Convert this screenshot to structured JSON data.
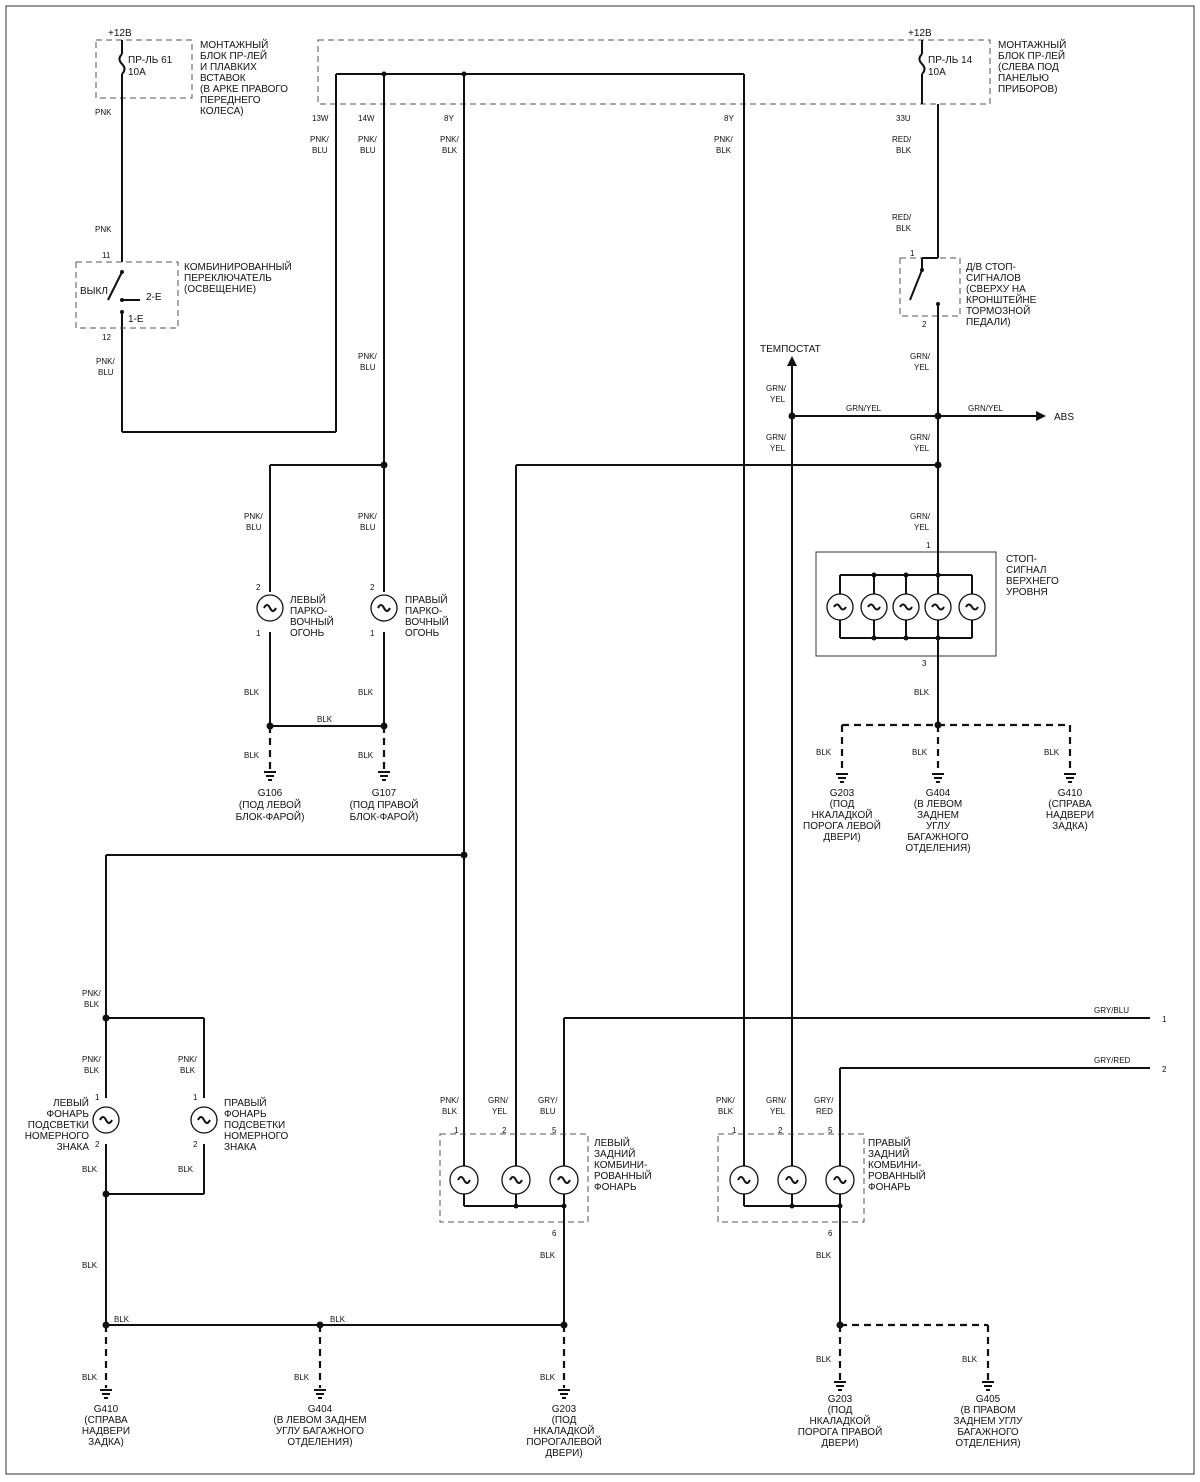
{
  "power": {
    "v12_left": "+12В",
    "v12_right": "+12В",
    "fuse61": "ПР-ЛЬ 61",
    "fuse61_amp": "10А",
    "fuse14": "ПР-ЛЬ 14",
    "fuse14_amp": "10А",
    "block_left": [
      "МОНТАЖНЫЙ",
      "БЛОК ПР-ЛЕЙ",
      "И ПЛАВКИХ",
      "ВСТАВОК",
      "(В АРКЕ ПРАВОГО",
      "ПЕРЕДНЕГО",
      "КОЛЕСА)"
    ],
    "block_right": [
      "МОНТАЖНЫЙ",
      "БЛОК ПР-ЛЕЙ",
      "(СЛЕВА ПОД",
      "ПАНЕЛЬЮ",
      "ПРИБОРОВ)"
    ]
  },
  "pins": {
    "p13w": "13W",
    "p14w": "14W",
    "p8y_a": "8Y",
    "p8y_b": "8Y",
    "p33u": "33U"
  },
  "wires": {
    "pnk": "PNK",
    "pnk_blu": [
      "PNK/",
      "BLU"
    ],
    "pnk_blk": [
      "PNK/",
      "BLK"
    ],
    "red_blk": [
      "RED/",
      "BLK"
    ],
    "grn_yel": [
      "GRN/",
      "YEL"
    ],
    "grn_yel_inline": "GRN/YEL",
    "gry_blu": [
      "GRY/",
      "BLU"
    ],
    "gry_red": [
      "GRY/",
      "RED"
    ],
    "gry_blu_inline": "GRY/BLU",
    "gry_red_inline": "GRY/RED",
    "blk": "BLK"
  },
  "switch": {
    "pin_in": "11",
    "pin_out": "12",
    "off": "ВЫКЛ",
    "pos2": "2-E",
    "pos1": "1-E",
    "label": [
      "КОМБИНИРОВАННЫЙ",
      "ПЕРЕКЛЮЧАТЕЛЬ",
      "(ОСВЕЩЕНИЕ)"
    ]
  },
  "brake_switch": {
    "pin_in": "1",
    "pin_out": "2",
    "label": [
      "Д/В СТОП-",
      "СИГНАЛОВ",
      "(СВЕРХУ НА",
      "КРОНШТЕЙНЕ",
      "ТОРМОЗНОЙ",
      "ПЕДАЛИ)"
    ]
  },
  "outputs": {
    "tempostat": "ТЕМПОСТАТ",
    "abs": "ABS",
    "out1": "1",
    "out2": "2"
  },
  "lamps": {
    "park_left": [
      "ЛЕВЫЙ",
      "ПАРКО-",
      "ВОЧНЫЙ",
      "ОГОНЬ"
    ],
    "park_right": [
      "ПРАВЫЙ",
      "ПАРКО-",
      "ВОЧНЫЙ",
      "ОГОНЬ"
    ],
    "stop_upper": [
      "СТОП-",
      "СИГНАЛ",
      "ВЕРХНЕГО",
      "УРОВНЯ"
    ],
    "plate_left": [
      "ЛЕВЫЙ",
      "ФОНАРЬ",
      "ПОДСВЕТКИ",
      "НОМЕРНОГО",
      "ЗНАКА"
    ],
    "plate_right": [
      "ПРАВЫЙ",
      "ФОНАРЬ",
      "ПОДСВЕТКИ",
      "НОМЕРНОГО",
      "ЗНАКА"
    ],
    "rear_left": [
      "ЛЕВЫЙ",
      "ЗАДНИЙ",
      "КОМБИНИ-",
      "РОВАННЫЙ",
      "ФОНАРЬ"
    ],
    "rear_right": [
      "ПРАВЫЙ",
      "ЗАДНИЙ",
      "КОМБИНИ-",
      "РОВАННЫЙ",
      "ФОНАРЬ"
    ],
    "pin1": "1",
    "pin2": "2",
    "pin3": "3",
    "pin5": "5",
    "pin6": "6"
  },
  "grounds": {
    "g106": [
      "G106",
      "(ПОД ЛЕВОЙ",
      "БЛОК-ФАРОЙ)"
    ],
    "g107": [
      "G107",
      "(ПОД ПРАВОЙ",
      "БЛОК-ФАРОЙ)"
    ],
    "g203_top": [
      "G203",
      "(ПОД",
      "НКАЛАДКОЙ",
      "ПОРОГА ЛЕВОЙ",
      "ДВЕРИ)"
    ],
    "g404_top": [
      "G404",
      "(В ЛЕВОМ",
      "ЗАДНЕМ",
      "УГЛУ",
      "БАГАЖНОГО",
      "ОТДЕЛЕНИЯ)"
    ],
    "g410_top": [
      "G410",
      "(СПРАВА",
      "НАДВЕРИ",
      "ЗАДКА)"
    ],
    "g410_bot": [
      "G410",
      "(СПРАВА",
      "НАДВЕРИ",
      "ЗАДКА)"
    ],
    "g404_bot": [
      "G404",
      "(В ЛЕВОМ ЗАДНЕМ",
      "УГЛУ БАГАЖНОГО",
      "ОТДЕЛЕНИЯ)"
    ],
    "g203_bot": [
      "G203",
      "(ПОД",
      "НКАЛАДКОЙ",
      "ПОРОГАЛЕВОЙ",
      "ДВЕРИ)"
    ],
    "g203_r": [
      "G203",
      "(ПОД",
      "НКАЛАДКОЙ",
      "ПОРОГА ПРАВОЙ",
      "ДВЕРИ)"
    ],
    "g405": [
      "G405",
      "(В ПРАВОМ",
      "ЗАДНЕМ УГЛУ",
      "БАГАЖНОГО",
      "ОТДЕЛЕНИЯ)"
    ]
  }
}
